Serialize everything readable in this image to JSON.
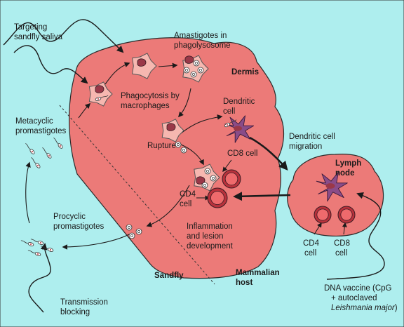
{
  "colors": {
    "background": "#aeeeee",
    "tissue": "#ec7a78",
    "cell_fill": "#f6b7b0",
    "cell_stroke": "#555555",
    "nucleus": "#9a3848",
    "dendritic": "#8a4c88",
    "tcell_outer": "#b8323c",
    "tcell_inner": "#ee6a6c",
    "arrow": "#1a1a1a"
  },
  "icons": [
    "macrophage-icon",
    "amastigote-icon",
    "promastigote-icon",
    "dendritic-cell-icon",
    "t-cell-icon",
    "wavy-arrow-icon"
  ],
  "labels": {
    "targeting": [
      "Targeting",
      "sandfly saliva"
    ],
    "amastigotes": [
      "Amastigotes in",
      "phagolysosome"
    ],
    "dermis": "Dermis",
    "phagocytosis": [
      "Phagocytosis by",
      "macrophages"
    ],
    "metacyclic": [
      "Metacyclic",
      "promastigotes"
    ],
    "dendritic_cell": [
      "Dendritic",
      "cell"
    ],
    "rupture": "Rupture",
    "dc_migration": [
      "Dendritic cell",
      "migration"
    ],
    "cd8_cell": "CD8 cell",
    "lymph_node": [
      "Lymph",
      "node"
    ],
    "cd4_cell": [
      "CD4",
      "cell"
    ],
    "procyclic": [
      "Procyclic",
      "promastigotes"
    ],
    "inflammation": [
      "Inflammation",
      "and lesion",
      "development"
    ],
    "ln_cd4": [
      "CD4",
      "cell"
    ],
    "ln_cd8": [
      "CD8",
      "cell"
    ],
    "sandfly": "Sandfly",
    "mammalian": [
      "Mammalian",
      "host"
    ],
    "transmission": [
      "Transmission",
      "blocking"
    ],
    "dna_vaccine": [
      "DNA vaccine (CpG",
      "+ autoclaved"
    ],
    "leishmania": "Leishmania major",
    "close_paren": ")"
  }
}
